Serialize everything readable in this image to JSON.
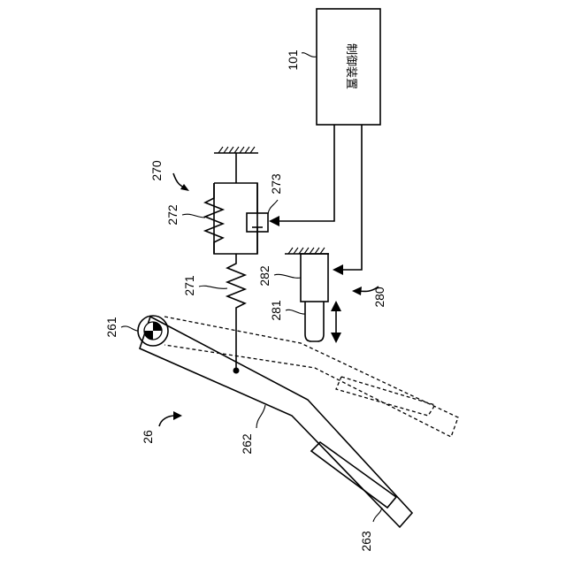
{
  "labels": {
    "controller": "101",
    "controller_text": "制御装置",
    "assembly_270": "270",
    "damper_273": "273",
    "spring_272": "272",
    "spring_271": "271",
    "stopper_282": "282",
    "rod_281": "281",
    "actuator_280": "280",
    "pivot_261": "261",
    "pedal_26": "26",
    "lever_262": "262",
    "pad_263": "263"
  }
}
